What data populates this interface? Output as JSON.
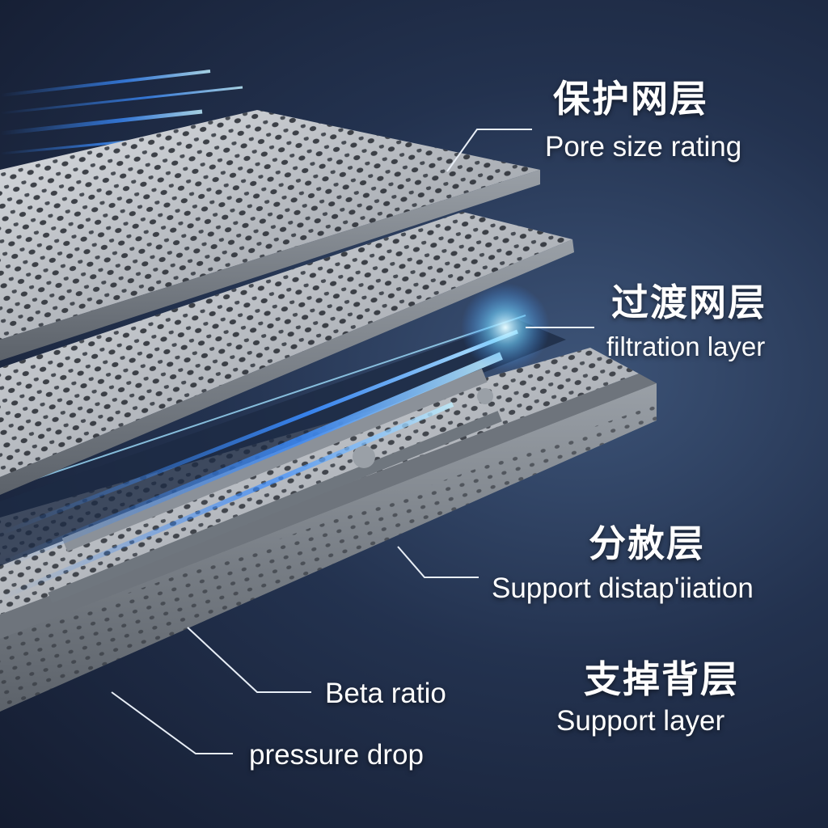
{
  "layers": [
    {
      "zh": "保护网层",
      "en": "Pore size rating"
    },
    {
      "zh": "过渡网层",
      "en": "filtration layer"
    },
    {
      "zh": "分赦层",
      "en": "Support distap'iiation"
    },
    {
      "zh": "支掉背层",
      "en": "Support layer"
    }
  ],
  "callouts": {
    "beta": "Beta ratio",
    "pressure": "pressure drop"
  },
  "colors": {
    "plate": "#b8bcc2",
    "plate_edge": "#7d838b",
    "flow": "#3a8cff",
    "glow": "#9fe0ff"
  }
}
